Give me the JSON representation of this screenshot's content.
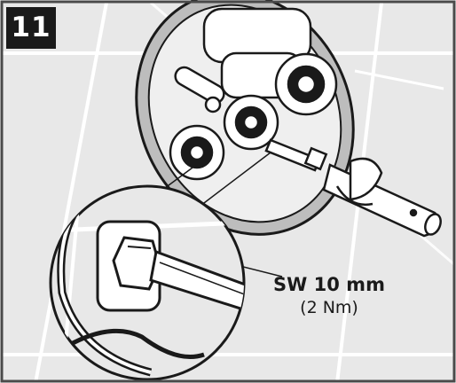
{
  "step": {
    "number": "11"
  },
  "callout": {
    "wrench_size": "SW 10 mm",
    "torque": "(2 Nm)"
  },
  "colors": {
    "tile": "#e8e8e8",
    "grout": "#ffffff",
    "plate": "#bdbdbd",
    "ink": "#1a1a1a",
    "border": "#4a4a4a"
  }
}
